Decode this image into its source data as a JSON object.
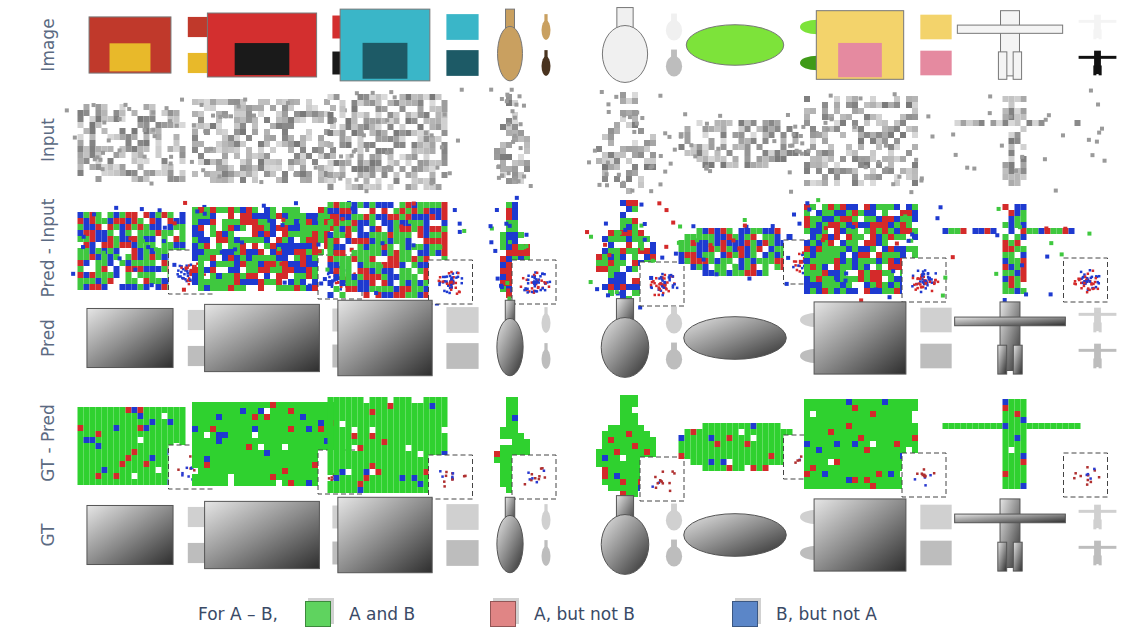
{
  "diagram": {
    "labels": [
      "Image",
      "Input",
      "Pred - Input",
      "Pred",
      "GT - Pred",
      "GT",
      "For A – B,"
    ],
    "legend": [
      {
        "text": "A and B",
        "color": "#5fd35f"
      },
      {
        "text": "A, but not B",
        "color": "#e08585"
      },
      {
        "text": "B, but not A",
        "color": "#5b86c8"
      }
    ]
  }
}
